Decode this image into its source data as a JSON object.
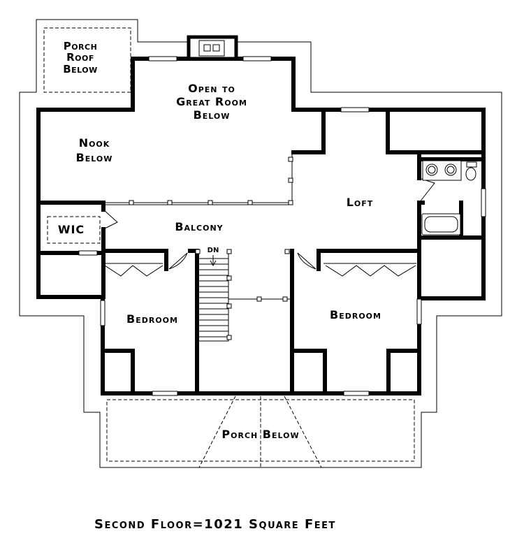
{
  "labels": {
    "porch_roof": [
      "Porch",
      "Roof",
      "Below"
    ],
    "open_to": [
      "Open to",
      "Great Room",
      "Below"
    ],
    "nook": [
      "Nook",
      "Below"
    ],
    "loft": "Loft",
    "wic": "WIC",
    "balcony": "Balcony",
    "dn": "DN",
    "bedroom_left": "Bedroom",
    "bedroom_right": "Bedroom",
    "porch_below": "Porch Below"
  },
  "caption": "Second Floor=1021 Square Feet"
}
